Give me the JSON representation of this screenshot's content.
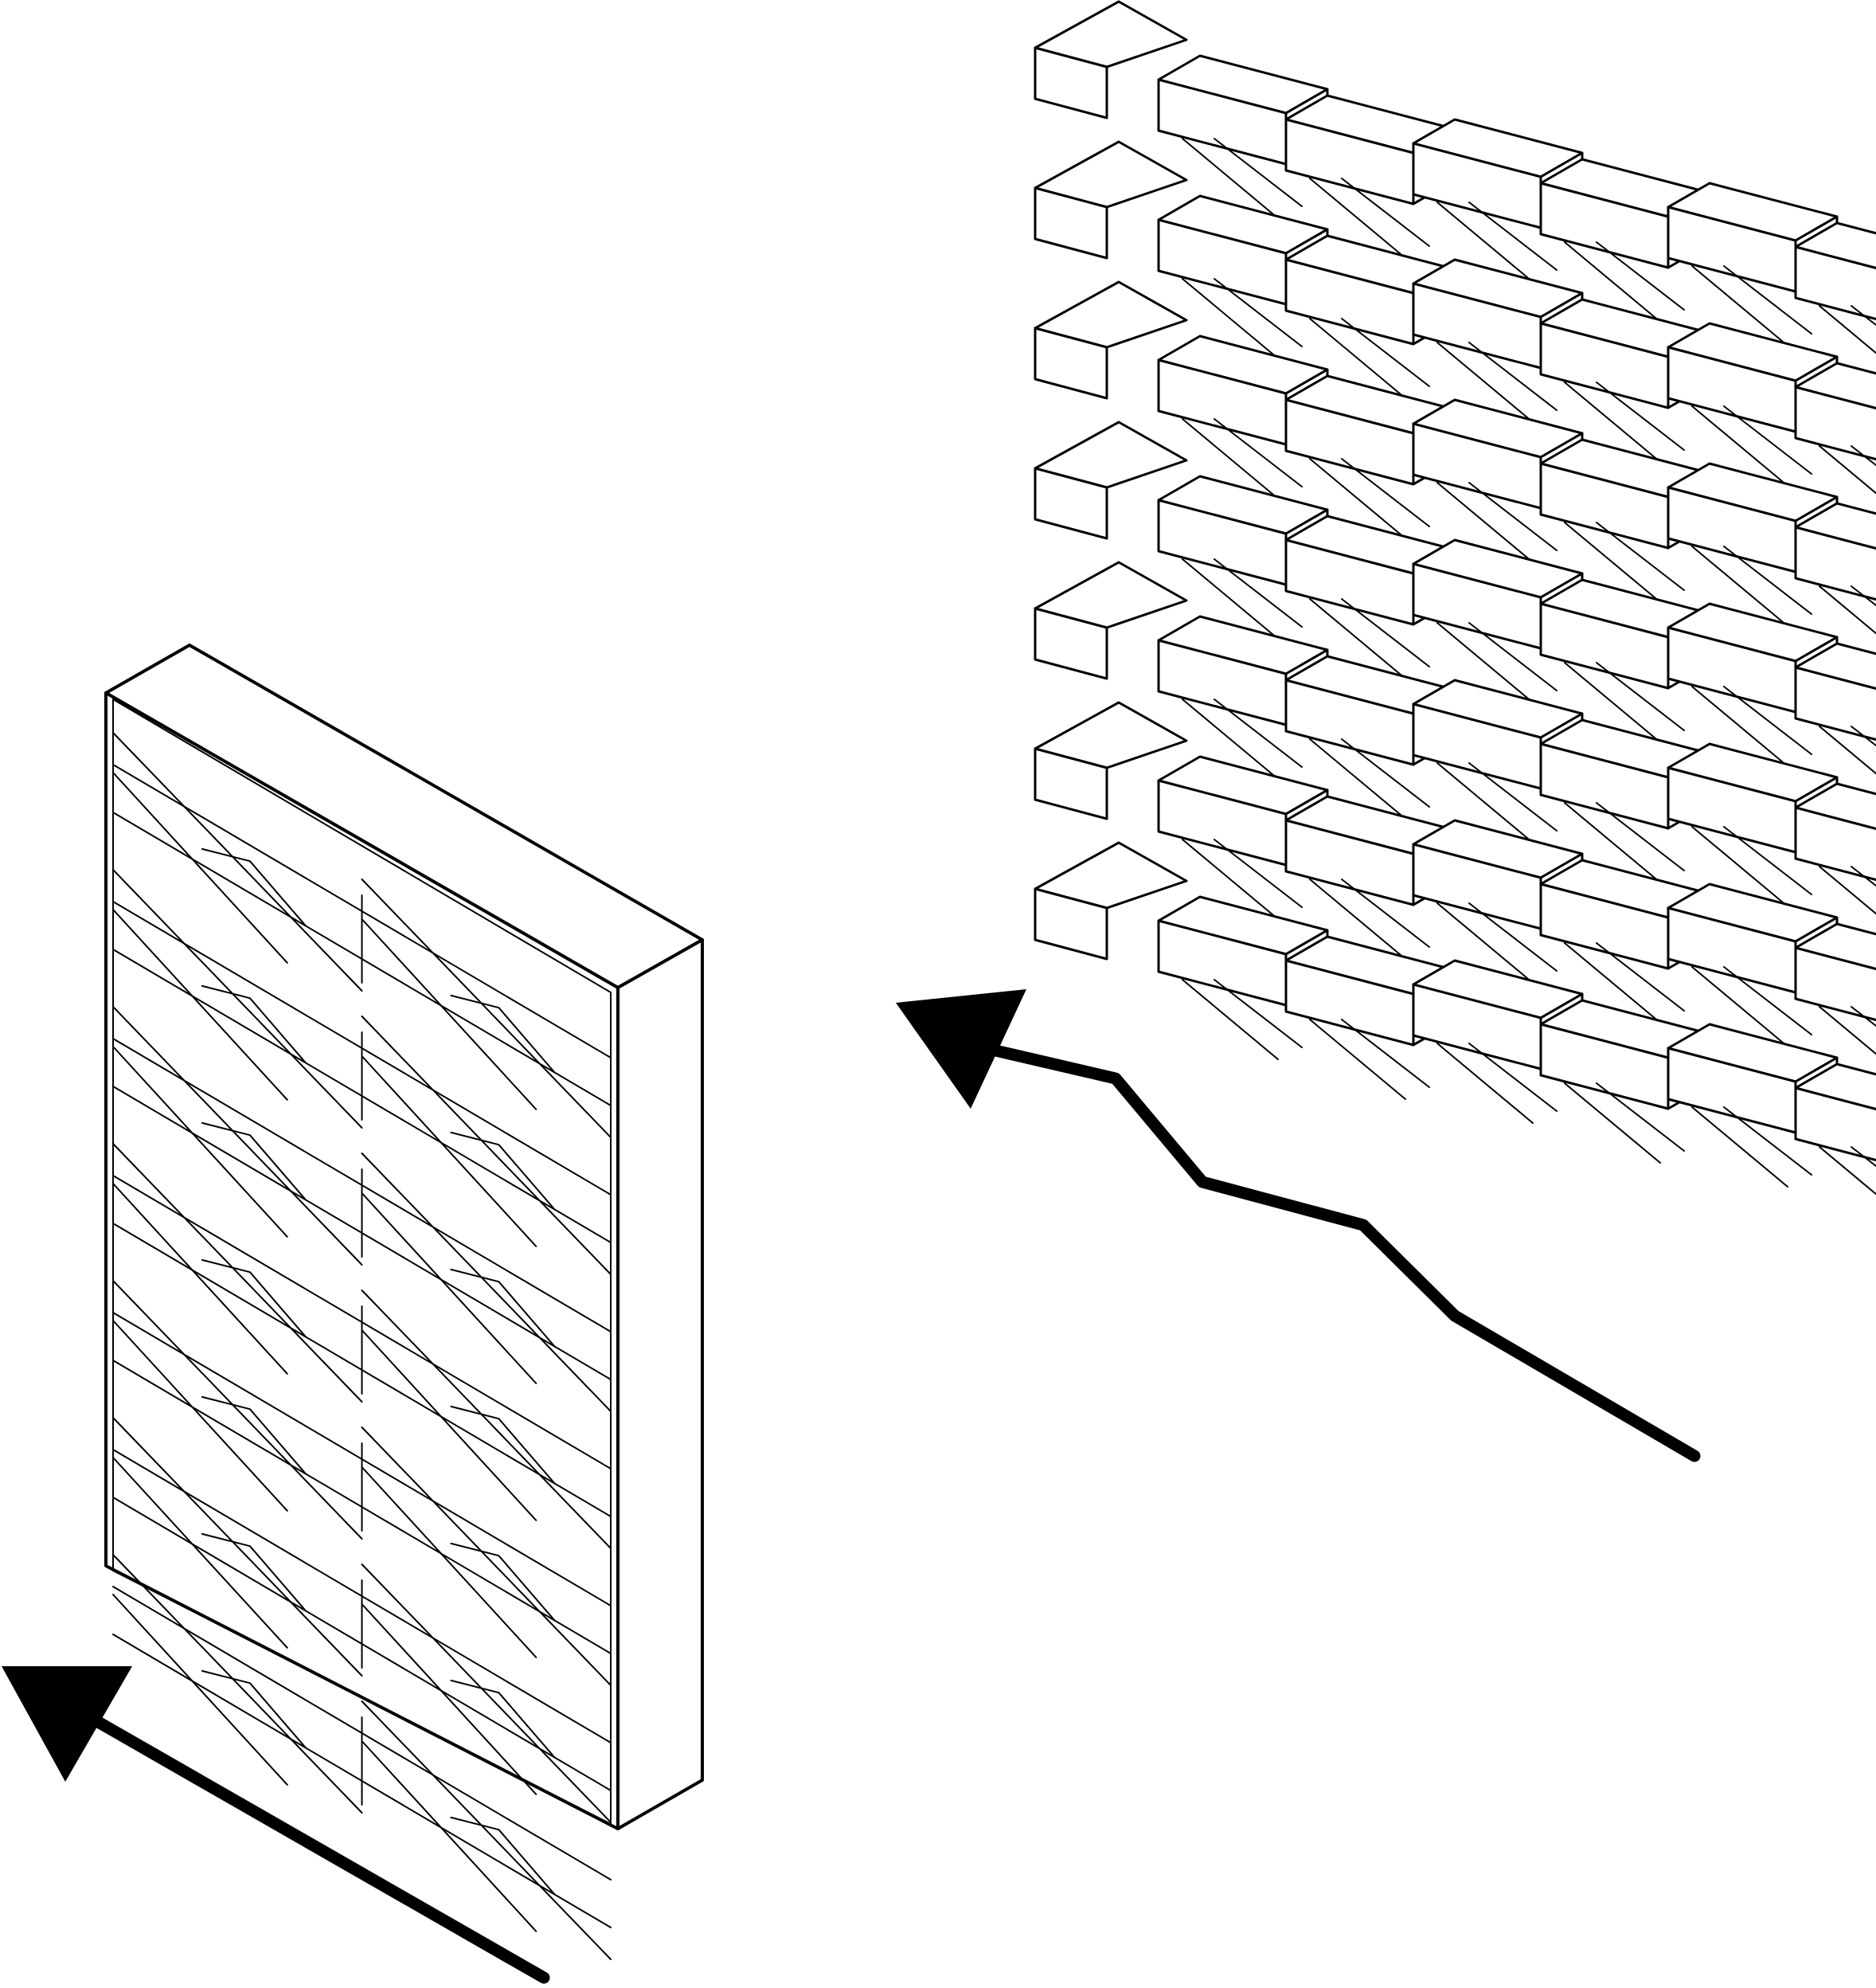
{
  "figure": {
    "background": "#ffffff",
    "stroke_color": "#000000",
    "left_element": {
      "name": "solid-panel",
      "course_count": 7,
      "columns": 2
    },
    "right_element": {
      "name": "open-brick-lattice",
      "rows": 7,
      "columns": 6
    },
    "arrows": [
      {
        "name": "left-direction-arrow",
        "icon": "arrow-head-up-left"
      },
      {
        "name": "right-path-arrow",
        "icon": "arrow-head-up-left"
      }
    ]
  }
}
